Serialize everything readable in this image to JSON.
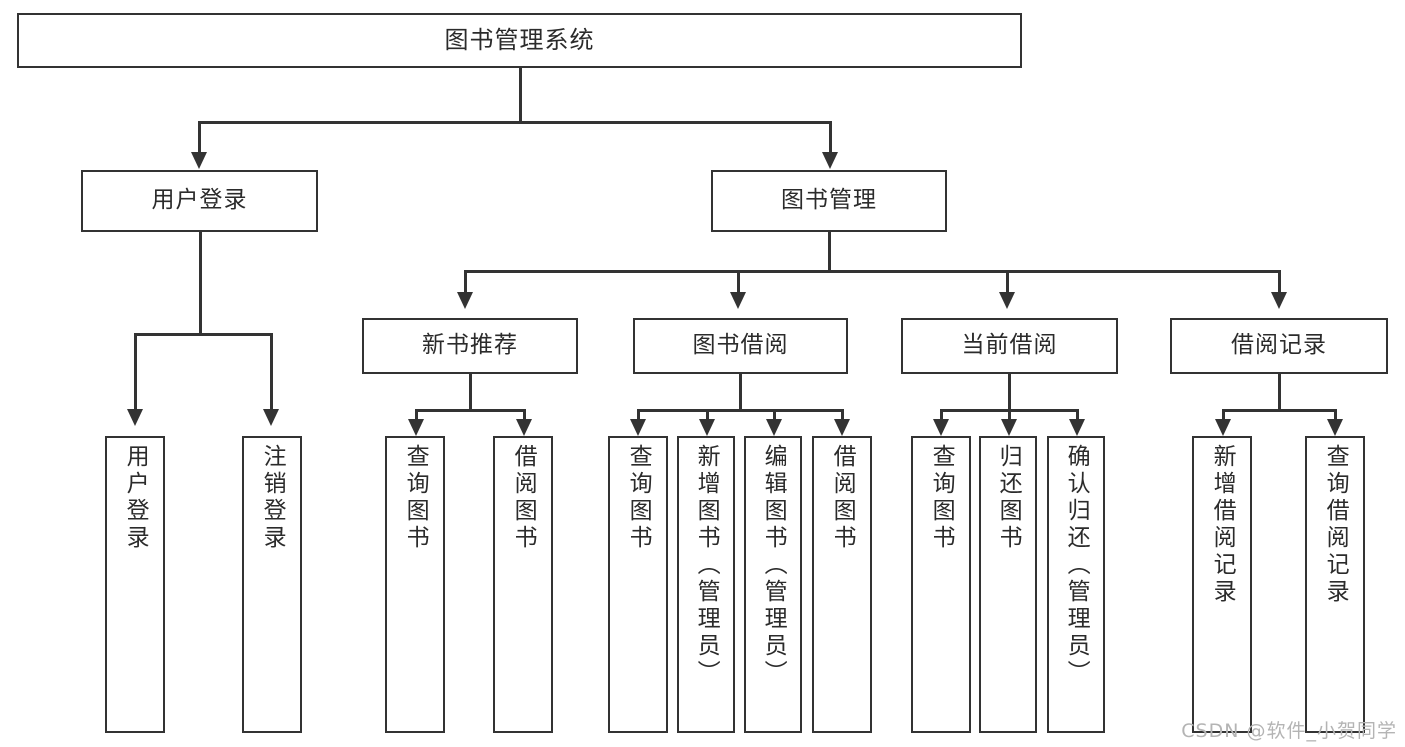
{
  "diagram": {
    "title": "图书管理系统",
    "type": "hierarchy-tree",
    "root": {
      "label": "图书管理系统"
    },
    "level2": [
      {
        "label": "用户登录"
      },
      {
        "label": "图书管理"
      }
    ],
    "level3": [
      {
        "label": "新书推荐"
      },
      {
        "label": "图书借阅"
      },
      {
        "label": "当前借阅"
      },
      {
        "label": "借阅记录"
      }
    ],
    "leaves": {
      "user_login": [
        {
          "label": "用户登录"
        },
        {
          "label": "注销登录"
        }
      ],
      "new_book_recommend": [
        {
          "label": "查询图书"
        },
        {
          "label": "借阅图书"
        }
      ],
      "book_borrow": [
        {
          "label": "查询图书"
        },
        {
          "label": "新增图书（管理员）"
        },
        {
          "label": "编辑图书（管理员）"
        },
        {
          "label": "借阅图书"
        }
      ],
      "current_borrow": [
        {
          "label": "查询图书"
        },
        {
          "label": "归还图书"
        },
        {
          "label": "确认归还（管理员）"
        }
      ],
      "borrow_record": [
        {
          "label": "新增借阅记录"
        },
        {
          "label": "查询借阅记录"
        }
      ]
    }
  },
  "watermark": {
    "text": "CSDN @软件_小贺同学"
  },
  "colors": {
    "stroke": "#333333",
    "text": "#2b2b2b",
    "background": "#ffffff",
    "watermark": "#b4b4b4"
  }
}
